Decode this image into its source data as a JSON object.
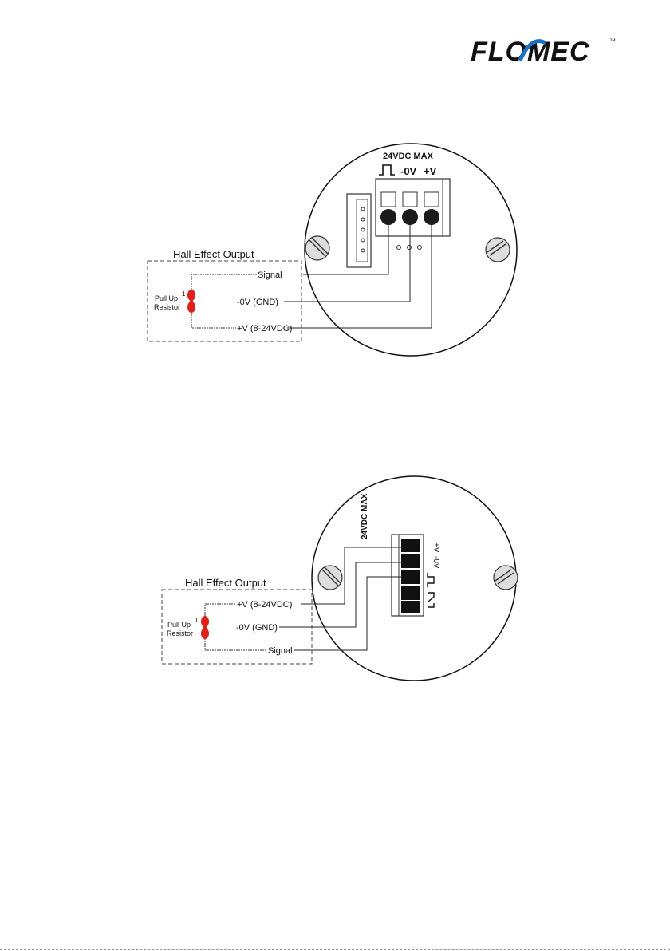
{
  "logo": {
    "text": "FLOMEC",
    "tm": "™",
    "accent": "#1c6fc1"
  },
  "diagram_top": {
    "max_label": "24VDC MAX",
    "terminal_labels": [
      "-0V",
      "+V"
    ],
    "box_title": "Hall Effect Output",
    "resistor_label_line1": "Pull Up",
    "resistor_label_line2": "Resistor",
    "footnote": "1",
    "wire_signal": "Signal",
    "wire_gnd": "-0V (GND)",
    "wire_vplus": "+V (8-24VDC)"
  },
  "diagram_bottom": {
    "max_label": "24VDC MAX",
    "terminal_labels": [
      "+V",
      "-0V"
    ],
    "box_title": "Hall Effect Output",
    "resistor_label_line1": "Pull Up",
    "resistor_label_line2": "Resistor",
    "footnote": "1",
    "wire_vplus": "+V (8-24VDC)",
    "wire_gnd": "-0V (GND)",
    "wire_signal": "Signal"
  },
  "colors": {
    "resistor": "#e0201b",
    "line": "#222222"
  }
}
